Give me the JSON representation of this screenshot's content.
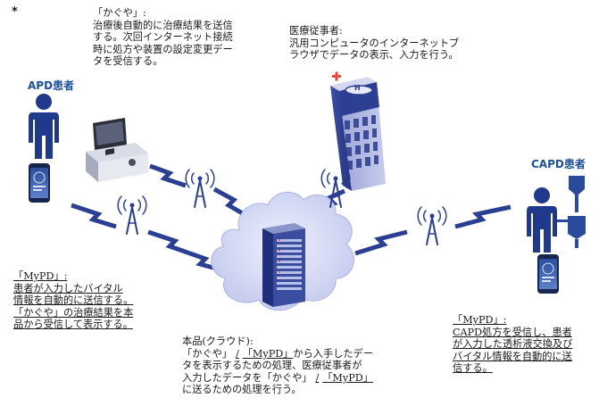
{
  "star": "*",
  "kagoya_note": {
    "lines": [
      "「かぐや」:",
      "治療後自動的に治療結果を送信",
      "する。次回インターネット接続",
      "時に処方や装置の設定変更デー",
      "タを受信する。"
    ]
  },
  "staff_note": {
    "lines": [
      "医療従事者:",
      "汎用コンピュータのインターネットブ",
      "ラウザでデータの表示、入力を行う。"
    ]
  },
  "apd_label": "APD患者",
  "capd_label": "CAPD患者",
  "mypd_left_note": {
    "lines": [
      "「MyPD」:",
      "患者が入力したバイタル",
      "情報を自動的に送信する。",
      "「かぐや」の治療結果を本",
      "品から受信して表示する。"
    ]
  },
  "cloud_note": {
    "line1": "本品(クラウド):",
    "line2_a": "「かぐや」",
    "line2_sep": "/",
    "line2_b": "「MyPD」",
    "line2_c": "から入手したデー",
    "line3": "タを表示するための処理、医療従事者が",
    "line4_a": "入力したデータを「かぐや」",
    "line4_sep": "/",
    "line4_b": "「MyPD」",
    "line5": "に送るための処理を行う。"
  },
  "mypd_right_note": {
    "lines": [
      "「MyPD」:",
      "CAPD処方を受信し、患者",
      "が入力した透析液交換及び",
      "バイタル情報を自動的に送",
      "信する。"
    ]
  },
  "building_sign": "H",
  "colors": {
    "accent": "#1c4f9c",
    "cloud": "#c9cff2",
    "signal": "#2a3f94"
  }
}
